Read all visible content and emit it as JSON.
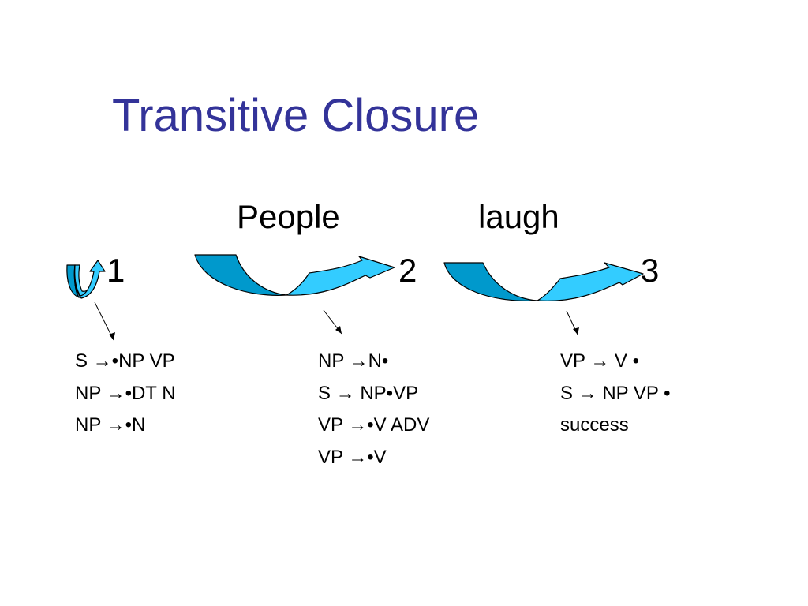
{
  "slide": {
    "title": "Transitive Closure",
    "title_color": "#333399",
    "words": [
      "People",
      "laugh"
    ],
    "states": [
      "1",
      "2",
      "3"
    ],
    "arrow_colors": {
      "light": "#33CCFF",
      "dark": "#0099CC",
      "outline": "#000000"
    },
    "columns": [
      {
        "rules": [
          "S →•NP VP",
          "NP →•DT N",
          "NP →•N"
        ]
      },
      {
        "rules": [
          "NP →N•",
          "S → NP•VP",
          "VP →•V ADV",
          "VP →•V"
        ]
      },
      {
        "rules": [
          "VP → V •",
          "S → NP VP •",
          "success"
        ]
      }
    ]
  }
}
